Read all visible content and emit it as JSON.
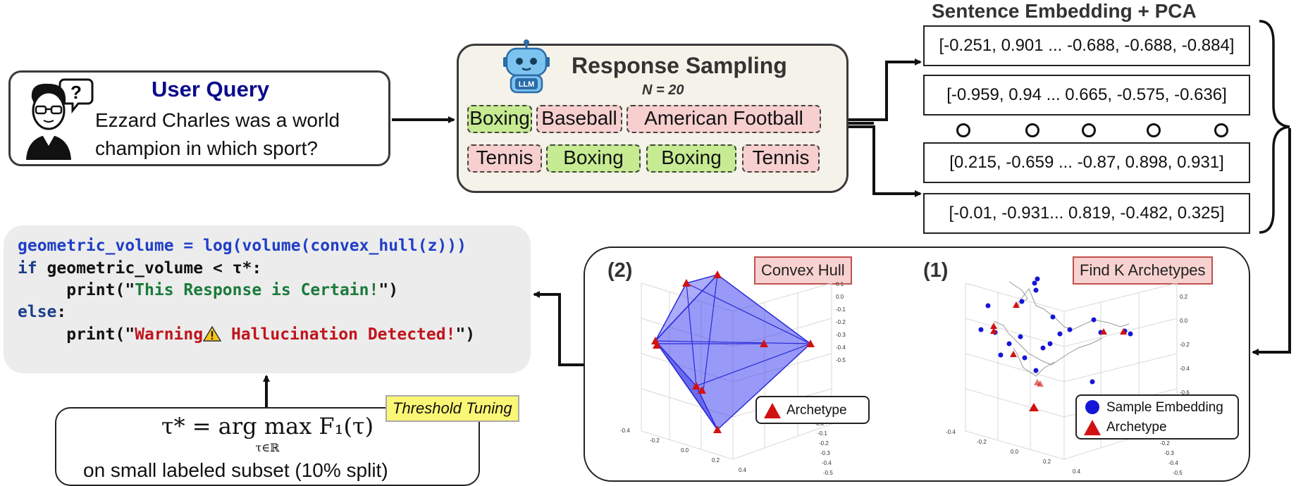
{
  "user_query": {
    "title": "User Query",
    "text_line1": "Ezzard Charles was a world",
    "text_line2": "champion in which sport?",
    "avatar_icon": "user-question-icon"
  },
  "response_sampling": {
    "title": "Response Sampling",
    "n_label": "N = 20",
    "robot_label": "LLM",
    "samples": [
      {
        "label": "Boxing",
        "correct": true
      },
      {
        "label": "Baseball",
        "correct": false
      },
      {
        "label": "American Football",
        "correct": false
      },
      {
        "label": "Tennis",
        "correct": false
      },
      {
        "label": "Boxing",
        "correct": true
      },
      {
        "label": "Boxing",
        "correct": true
      },
      {
        "label": "Tennis",
        "correct": false
      }
    ]
  },
  "embeddings": {
    "title": "Sentence Embedding + PCA",
    "vectors": [
      "[-0.251, 0.901 ... -0.688, -0.688, -0.884]",
      "[-0.959, 0.94 ... 0.665, -0.575, -0.636]",
      "[0.215, -0.659 ...  -0.87, 0.898, 0.931]",
      "[-0.01, -0.931... 0.819, -0.482, 0.325]"
    ]
  },
  "archetypes": {
    "panel1_num": "(1)",
    "panel1_label": "Find K Archetypes",
    "panel2_num": "(2)",
    "panel2_label": "Convex Hull",
    "legend_sample": "Sample Embedding",
    "legend_archetype": "Archetype",
    "legend2_archetype": "Archetype",
    "ticks_z": [
      "0.2",
      "0.1",
      "0.0",
      "-0.1",
      "-0.2",
      "-0.3",
      "-0.4",
      "-0.5",
      "-0.6"
    ],
    "ticks_y": [
      "0.0",
      "-0.1",
      "-0.2",
      "-0.3",
      "-0.4",
      "-0.5"
    ],
    "ticks_x": [
      "-0.4",
      "-0.2",
      "0.0",
      "0.2",
      "0.4"
    ]
  },
  "code": {
    "line1": "geometric_volume = log(volume(convex_hull(z)))",
    "line2_kw": "if",
    "line2_rest": " geometric_volume < τ*:",
    "line3_pre": "     print(\"",
    "line3_str": "This Response is Certain!",
    "line3_post": "\")",
    "line4_kw": "else",
    "line4_rest": ":",
    "line5_pre": "     print(\"",
    "line5_str_a": "Warning",
    "line5_str_b": " Hallucination Detected!",
    "line5_post": "\")"
  },
  "threshold": {
    "tag": "Threshold Tuning",
    "formula": "τ* = arg max F₁(τ)",
    "formula_sub": "τ∈ℝ",
    "note": "on small labeled subset (10% split)"
  },
  "colors": {
    "correct_chip": "#c6eb92",
    "wrong_chip": "#f7cfcf",
    "hull_blue": "#3a3af0",
    "archetype_red": "#d11212",
    "title_navy": "#0a0a8c"
  }
}
